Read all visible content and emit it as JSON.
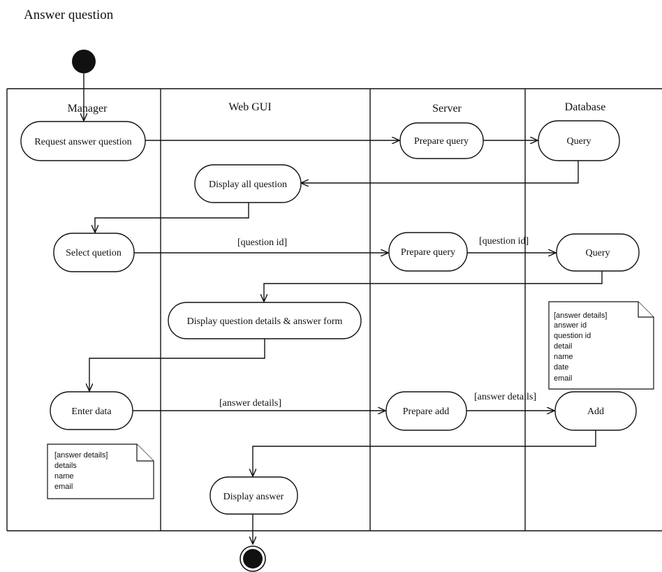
{
  "diagram": {
    "title": "Answer question",
    "lanes": {
      "manager": "Manager",
      "web_gui": "Web GUI",
      "server": "Server",
      "database": "Database"
    },
    "actions": {
      "request_answer_question": "Request answer question",
      "prepare_query_1": "Prepare query",
      "query_1": "Query",
      "display_all_question": "Display all question",
      "select_question": "Select quetion",
      "prepare_query_2": "Prepare query",
      "query_2": "Query",
      "display_question_details": "Display question details & answer form",
      "enter_data": "Enter data",
      "prepare_add": "Prepare add",
      "add": "Add",
      "display_answer": "Display answer"
    },
    "guards": {
      "question_id_1": "[question id]",
      "question_id_2": "[question id]",
      "answer_details_1": "[answer details]",
      "answer_details_2": "[answer details]"
    },
    "notes": {
      "db_note": [
        "[answer details]",
        "answer id",
        "question id",
        "detail",
        "name",
        "date",
        "email"
      ],
      "manager_note": [
        "[answer details]",
        "details",
        "name",
        "email"
      ]
    }
  }
}
